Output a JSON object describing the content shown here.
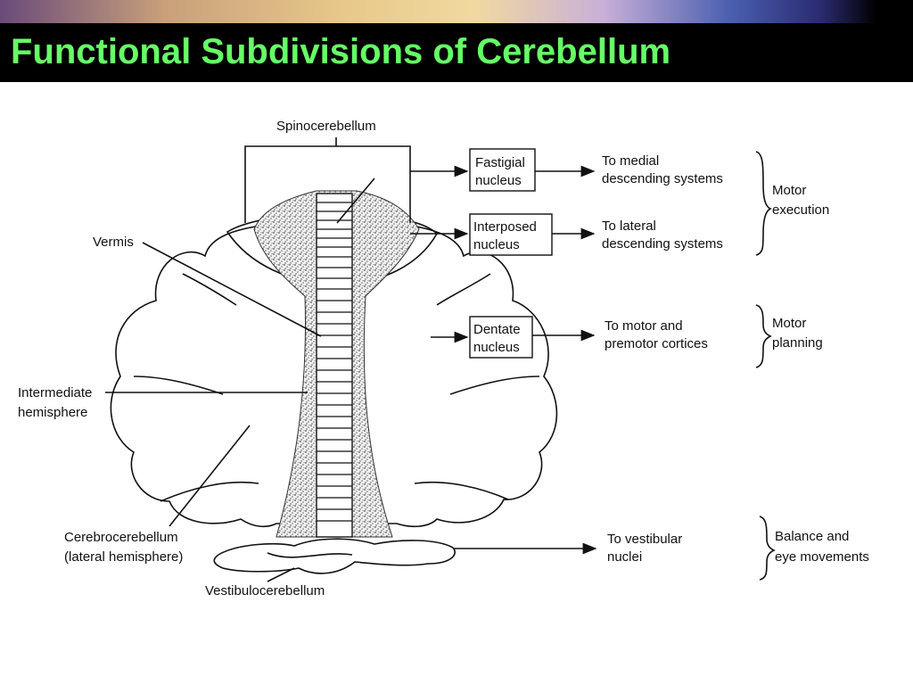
{
  "title": "Functional Subdivisions of Cerebellum",
  "labels": {
    "spinocerebellum": "Spinocerebellum",
    "vermis": "Vermis",
    "intermediate_hemisphere": [
      "Intermediate",
      "hemisphere"
    ],
    "cerebrocerebellum": [
      "Cerebrocerebellum",
      "(lateral hemisphere)"
    ],
    "vestibulocerebellum": "Vestibulocerebellum"
  },
  "nuclei": [
    {
      "name": [
        "Fastigial",
        "nucleus"
      ],
      "target": [
        "To medial",
        "descending systems"
      ]
    },
    {
      "name": [
        "Interposed",
        "nucleus"
      ],
      "target": [
        "To lateral",
        "descending systems"
      ]
    },
    {
      "name": [
        "Dentate",
        "nucleus"
      ],
      "target": [
        "To motor and",
        "premotor cortices"
      ]
    }
  ],
  "vestibular_target": [
    "To vestibular",
    "nuclei"
  ],
  "functions": {
    "motor_execution": [
      "Motor",
      "execution"
    ],
    "motor_planning": [
      "Motor",
      "planning"
    ],
    "balance": [
      "Balance and",
      "eye movements"
    ]
  }
}
